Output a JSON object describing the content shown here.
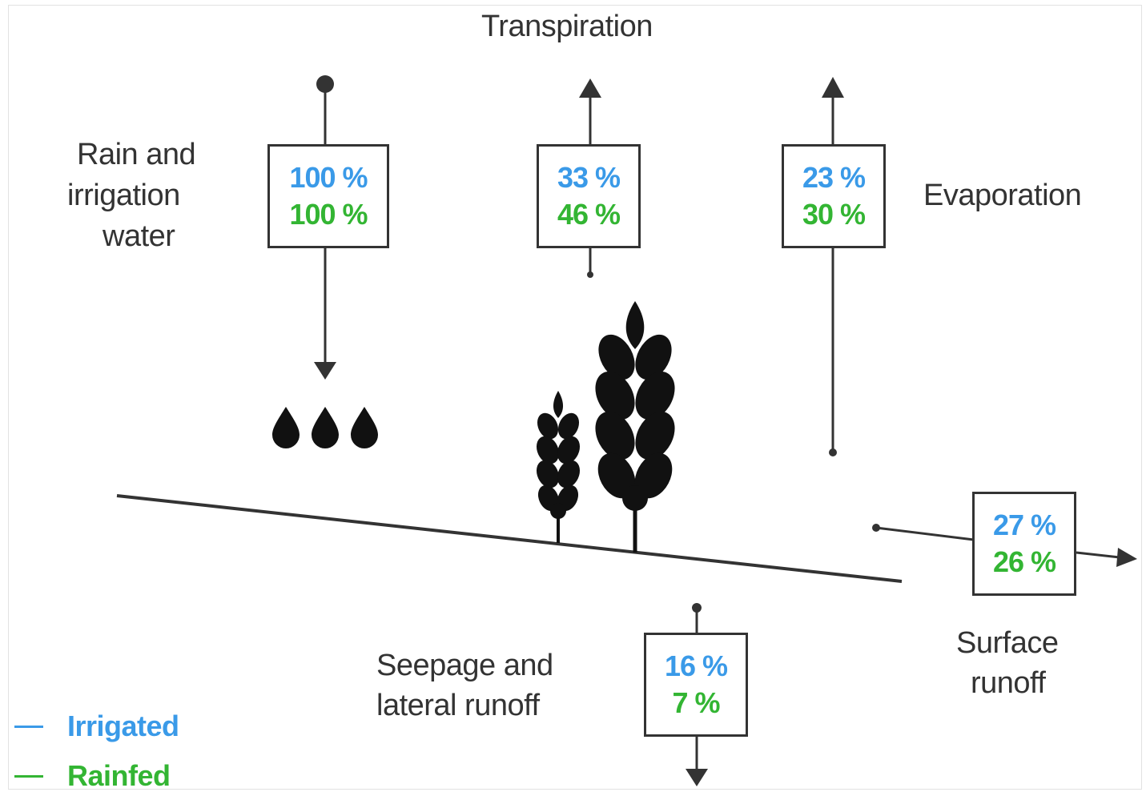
{
  "labels": {
    "transpiration": "Transpiration",
    "rain_line1": "Rain and",
    "rain_line2": "irrigation",
    "rain_line3": "water",
    "evaporation": "Evaporation",
    "seepage_line1": "Seepage and",
    "seepage_line2": "lateral runoff",
    "surface_line1": "Surface",
    "surface_line2": "runoff"
  },
  "boxes": {
    "rain": {
      "irrigated": "100 %",
      "rainfed": "100 %"
    },
    "transpiration": {
      "irrigated": "33 %",
      "rainfed": "46 %"
    },
    "evaporation": {
      "irrigated": "23 %",
      "rainfed": "30 %"
    },
    "surface_runoff": {
      "irrigated": "27 %",
      "rainfed": "26 %"
    },
    "seepage": {
      "irrigated": "16 %",
      "rainfed": "7 %"
    }
  },
  "legend": {
    "irrigated": "Irrigated",
    "rainfed": "Rainfed"
  },
  "colors": {
    "irrigated": "#3a9ae8",
    "rainfed": "#33b533",
    "line": "#333333"
  },
  "icons": [
    "water-drop-icon",
    "wheat-icon"
  ]
}
